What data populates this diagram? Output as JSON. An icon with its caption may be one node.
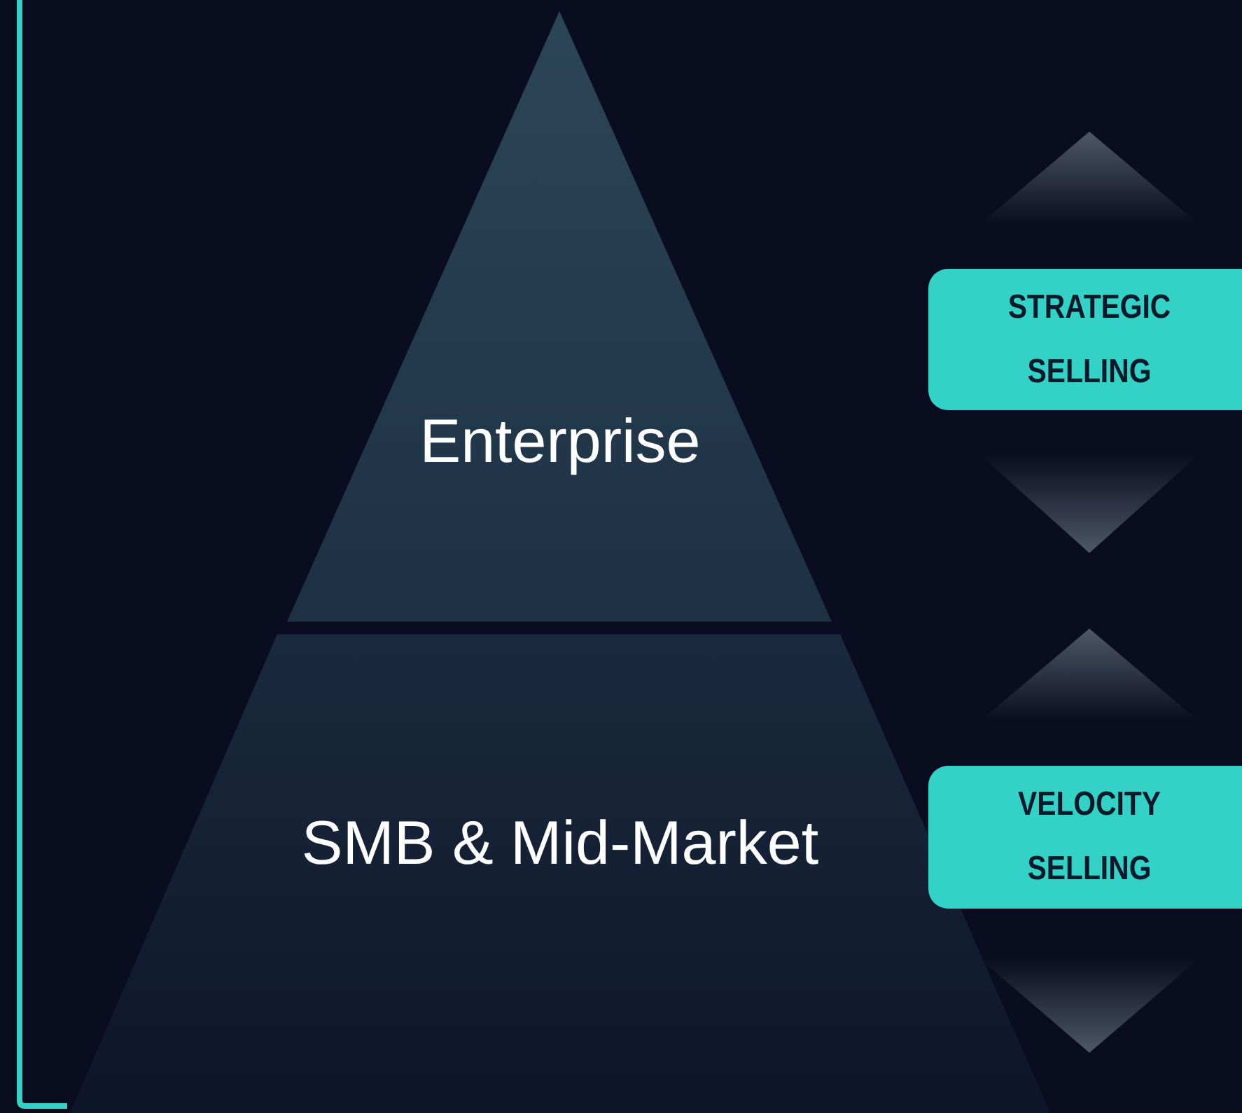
{
  "diagram": {
    "nodes": [
      {
        "text": [
          "Enterprise"
        ]
      },
      {
        "text": [
          "SMB & Mid-Market"
        ]
      },
      {
        "text": [
          "STRATEGIC SELLING"
        ]
      },
      {
        "text": [
          "VELOCITY SELLING"
        ]
      }
    ]
  }
}
